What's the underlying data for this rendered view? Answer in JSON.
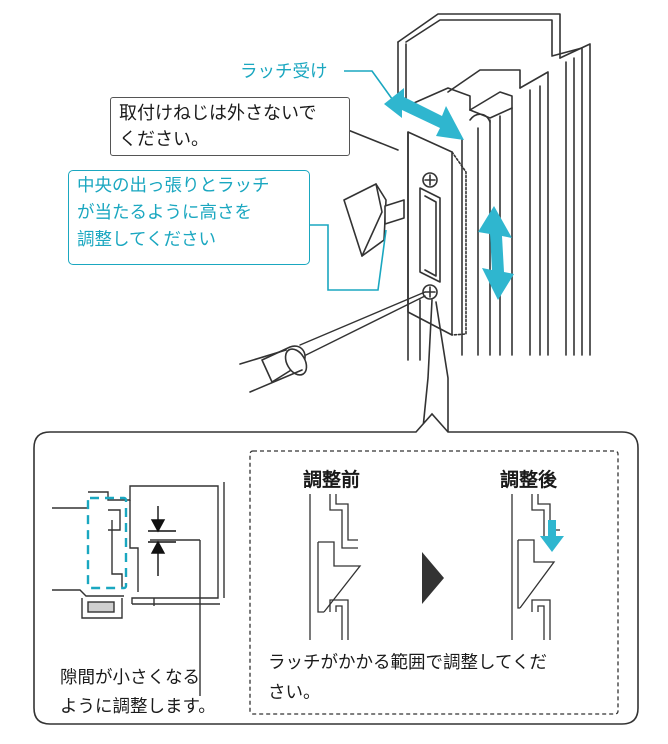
{
  "labels": {
    "latch_receiver": "ラッチ受け",
    "note_screw": "取付けねじは外さないでください。",
    "note_screw_line1": "取付けねじは外さないで",
    "note_screw_line2": "ください。",
    "note_adjust_line1": "中央の出っ張りとラッチ",
    "note_adjust_line2": "が当たるように高さを",
    "note_adjust_line3": "調整してください"
  },
  "detail": {
    "gap_caption_line1": "隙間が小さくなる",
    "gap_caption_line2": "ように調整します。",
    "before_title": "調整前",
    "after_title": "調整後",
    "range_caption_line1": "ラッチがかかる範囲で調整してくだ",
    "range_caption_line2": "さい。"
  },
  "colors": {
    "accent": "#1aa7c0",
    "line": "#333333",
    "text": "#1a1a1a"
  },
  "icons": [
    "screwdriver-icon",
    "double-arrow-icon",
    "down-arrow-icon",
    "triangle-arrow-icon"
  ]
}
